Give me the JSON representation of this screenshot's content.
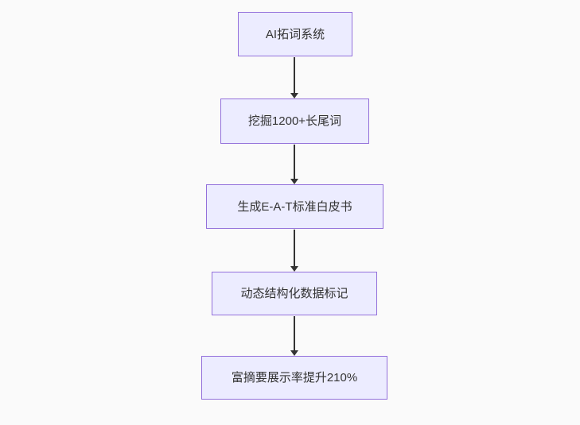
{
  "diagram": {
    "type": "flowchart",
    "direction": "top-down",
    "nodes": [
      {
        "label": "AI拓词系统"
      },
      {
        "label": "挖掘1200+长尾词"
      },
      {
        "label": "生成E-A-T标准白皮书"
      },
      {
        "label": "动态结构化数据标记"
      },
      {
        "label": "富摘要展示率提升210%"
      }
    ],
    "edges": [
      {
        "from": 0,
        "to": 1,
        "style": "arrow-down"
      },
      {
        "from": 1,
        "to": 2,
        "style": "arrow-down"
      },
      {
        "from": 2,
        "to": 3,
        "style": "arrow-down"
      },
      {
        "from": 3,
        "to": 4,
        "style": "arrow-down"
      }
    ],
    "colors": {
      "node_fill": "#ECECFF",
      "node_border": "#9370DB",
      "arrow": "#333333",
      "text": "#333333",
      "background": "#fafafa"
    }
  }
}
